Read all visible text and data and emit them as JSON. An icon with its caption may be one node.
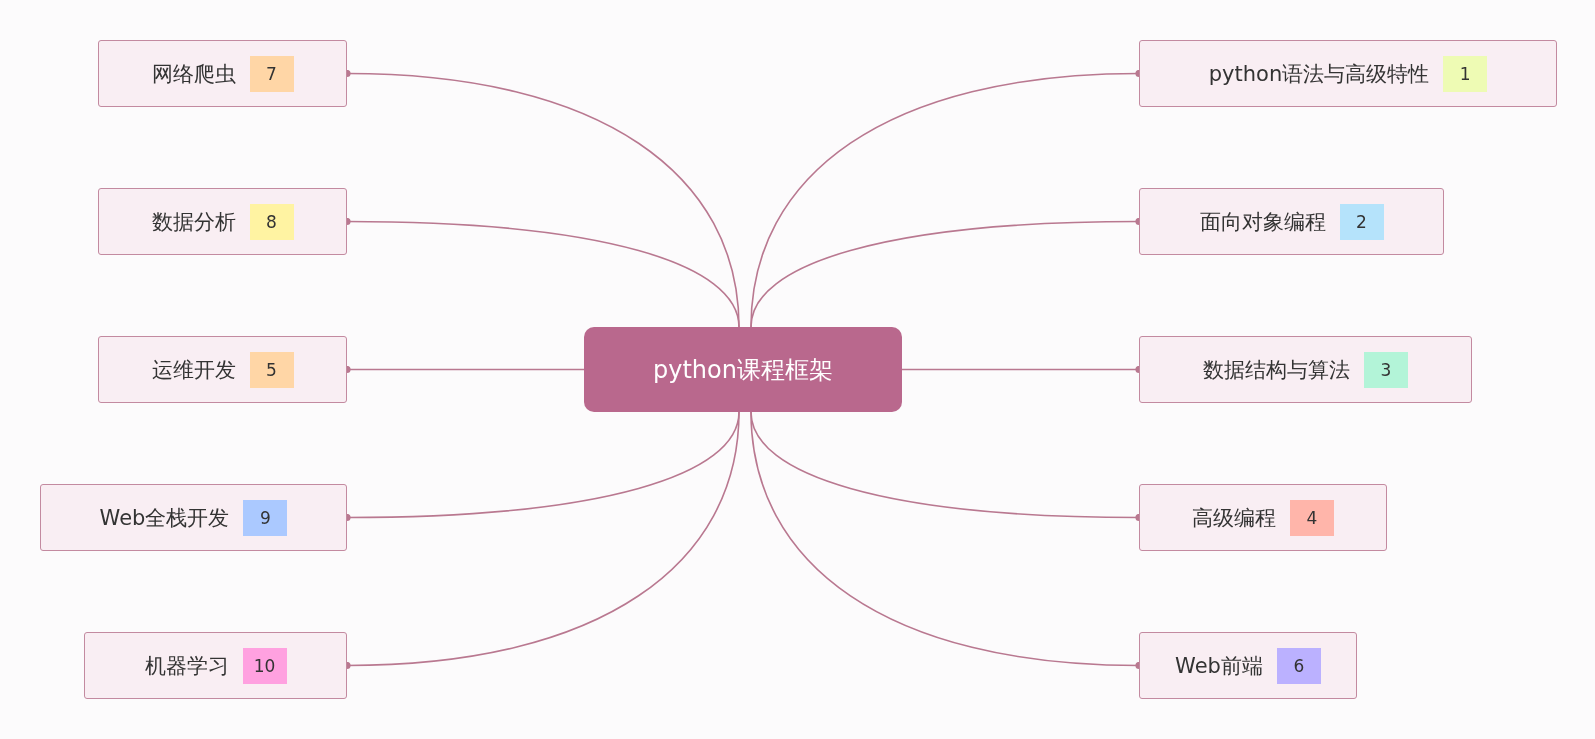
{
  "diagram": {
    "nodes": [
      {
        "text": [
          "python课程框架"
        ]
      },
      {
        "text": [
          "python语法与高级特性",
          "1"
        ]
      },
      {
        "text": [
          "面向对象编程",
          "2"
        ]
      },
      {
        "text": [
          "数据结构与算法",
          "3"
        ]
      },
      {
        "text": [
          "高级编程",
          "4"
        ]
      },
      {
        "text": [
          "Web前端",
          "6"
        ]
      },
      {
        "text": [
          "网络爬虫",
          "7"
        ]
      },
      {
        "text": [
          "数据分析",
          "8"
        ]
      },
      {
        "text": [
          "运维开发",
          "5"
        ]
      },
      {
        "text": [
          "Web全栈开发",
          "9"
        ]
      },
      {
        "text": [
          "机器学习",
          "10"
        ]
      }
    ],
    "edges": [
      {
        "from": 0,
        "to": 1,
        "arrow": "other"
      },
      {
        "from": 0,
        "to": 2,
        "arrow": "other"
      },
      {
        "from": 0,
        "to": 3,
        "arrow": "other"
      },
      {
        "from": 0,
        "to": 4,
        "arrow": "other"
      },
      {
        "from": 0,
        "to": 5,
        "arrow": "other"
      },
      {
        "from": 0,
        "to": 6,
        "arrow": "other"
      },
      {
        "from": 0,
        "to": 7,
        "arrow": "other"
      },
      {
        "from": 0,
        "to": 8,
        "arrow": "other"
      },
      {
        "from": 0,
        "to": 9,
        "arrow": "other"
      },
      {
        "from": 0,
        "to": 10,
        "arrow": "other"
      }
    ]
  }
}
